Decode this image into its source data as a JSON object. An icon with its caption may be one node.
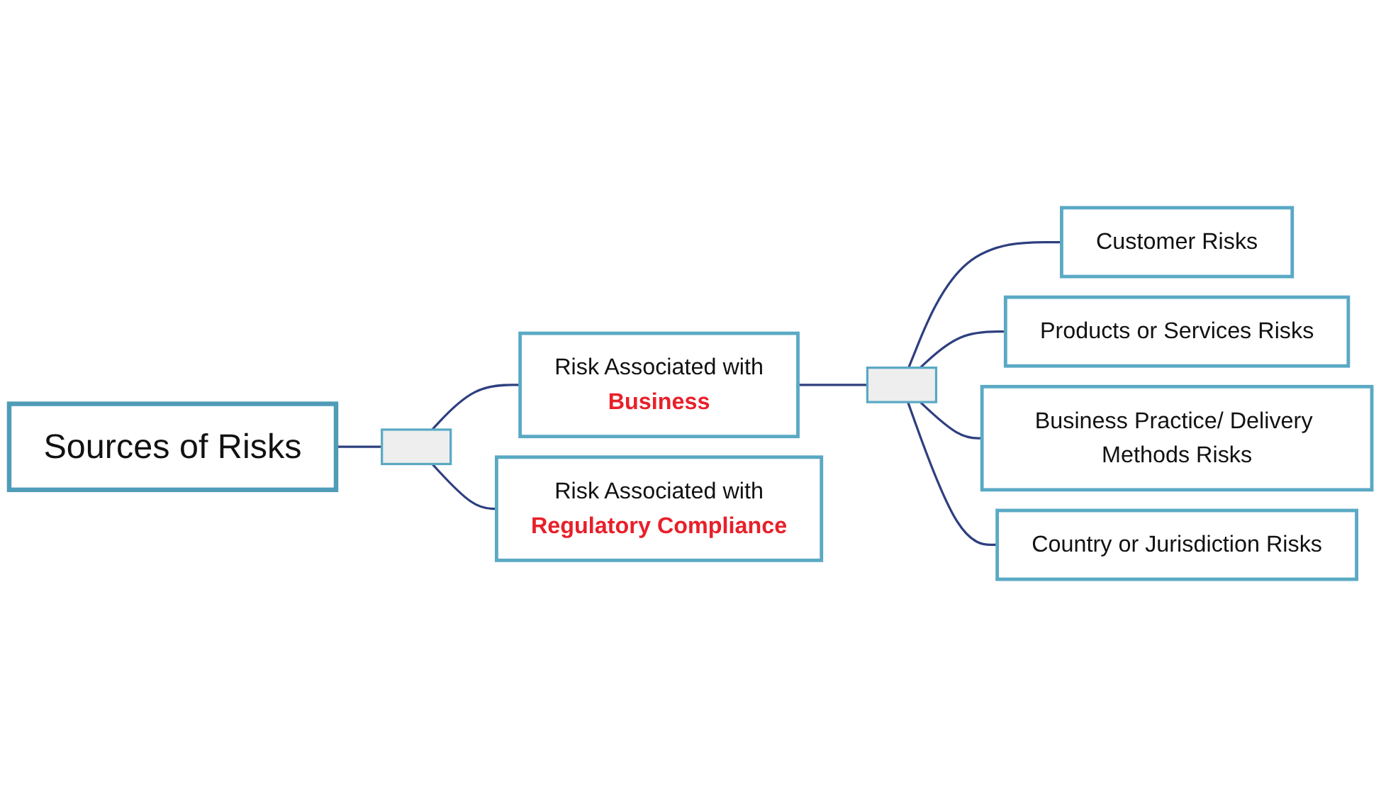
{
  "diagram": {
    "nodes": [
      {
        "text": [
          "Sources of Risks"
        ]
      },
      {
        "text": [],
        "shape": "bar"
      },
      {
        "text": [
          "Risk Associated with",
          "Business"
        ]
      },
      {
        "text": [
          "Risk Associated with",
          "Regulatory Compliance"
        ]
      },
      {
        "text": [],
        "shape": "bar"
      },
      {
        "text": [
          "Customer Risks"
        ]
      },
      {
        "text": [
          "Products or Services Risks"
        ]
      },
      {
        "text": [
          "Business Practice/ Delivery Methods Risks"
        ]
      },
      {
        "text": [
          "Country or Jurisdiction Risks"
        ]
      }
    ],
    "edges": [
      {
        "from": 0,
        "to": 1,
        "arrow": "none"
      },
      {
        "from": 1,
        "to": 2,
        "arrow": "none"
      },
      {
        "from": 1,
        "to": 3,
        "arrow": "none"
      },
      {
        "from": 2,
        "to": 4,
        "arrow": "none"
      },
      {
        "from": 4,
        "to": 5,
        "arrow": "none"
      },
      {
        "from": 4,
        "to": 6,
        "arrow": "none"
      },
      {
        "from": 4,
        "to": 7,
        "arrow": "none"
      },
      {
        "from": 4,
        "to": 8,
        "arrow": "none"
      }
    ]
  }
}
